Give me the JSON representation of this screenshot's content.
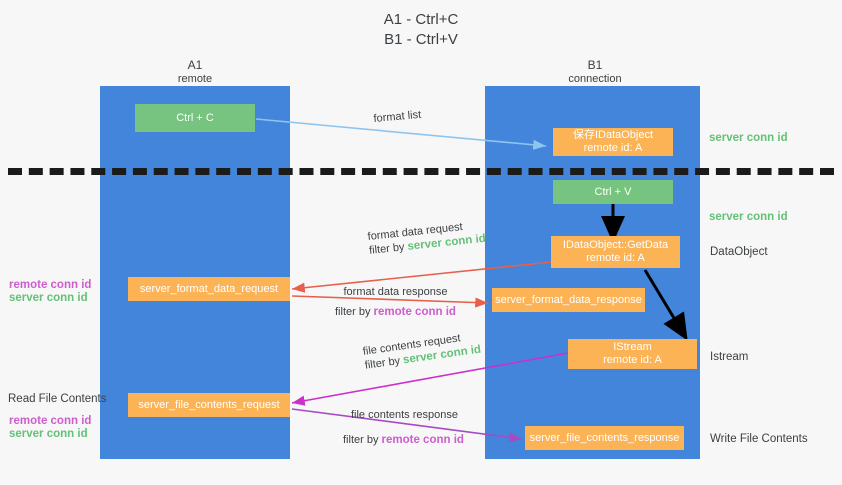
{
  "title": {
    "line1": "A1 - Ctrl+C",
    "line2": "B1 - Ctrl+V"
  },
  "lanes": [
    {
      "name": "A1",
      "sub": "remote"
    },
    {
      "name": "B1",
      "sub": "connection"
    }
  ],
  "boxes": {
    "ctrl_c": {
      "line1": "Ctrl + C",
      "color": "#76c47f"
    },
    "ctrl_v": {
      "line1": "Ctrl + V",
      "color": "#76c47f"
    },
    "save_idataobject": {
      "line1": "保存IDataObject",
      "line2": "remote id: A",
      "color": "#fbb356"
    },
    "idataobject_getdata": {
      "line1": "IDataObject::GetData",
      "line2": "remote id: A",
      "color": "#fbb356"
    },
    "istream": {
      "line1": "IStream",
      "line2": "remote id: A",
      "color": "#fbb356"
    },
    "server_format_data_request": {
      "line1": "server_format_data_request",
      "color": "#fbb356"
    },
    "server_format_data_response": {
      "line1": "server_format_data_response",
      "color": "#fbb356"
    },
    "server_file_contents_request": {
      "line1": "server_file_contents_request",
      "color": "#fbb356"
    },
    "server_file_contents_response": {
      "line1": "server_file_contents_response",
      "color": "#fbb356"
    }
  },
  "edge_labels": {
    "format_list": "format list",
    "format_data_request": "format data request",
    "format_data_request_filter_prefix": "filter by ",
    "format_data_request_filter_key": "server conn id",
    "format_data_response": "format data response",
    "format_data_response_filter_prefix": "filter by ",
    "format_data_response_filter_key": "remote conn id",
    "file_contents_request": "file contents request",
    "file_contents_request_filter_prefix": "filter by ",
    "file_contents_request_filter_key": "server conn id",
    "file_contents_response": "file contents response",
    "file_contents_response_filter_prefix": "filter by ",
    "file_contents_response_filter_key": "remote conn id"
  },
  "right_labels": {
    "server_conn_id_top": "server conn id",
    "server_conn_id_mid": "server conn id",
    "data_object": "DataObject",
    "istream": "Istream",
    "write_file_contents": "Write File Contents"
  },
  "left_labels": {
    "remote_conn_id_upper": "remote conn id",
    "server_conn_id_upper": "server conn id",
    "read_file_contents": "Read File Contents",
    "remote_conn_id_lower": "remote conn id",
    "server_conn_id_lower": "server conn id"
  },
  "colors": {
    "lane": "#4285db",
    "green_box": "#76c47f",
    "orange_box": "#fbb356",
    "green_text": "#63c178",
    "magenta_text": "#cd5ecd",
    "arrow_blue": "#8ec5ee",
    "arrow_red": "#e8604c",
    "arrow_magenta": "#cd2fcd",
    "arrow_purple": "#a64bc4",
    "arrow_black": "#000000",
    "dash_line": "#1b1b1b",
    "background": "#f7f7f7"
  }
}
